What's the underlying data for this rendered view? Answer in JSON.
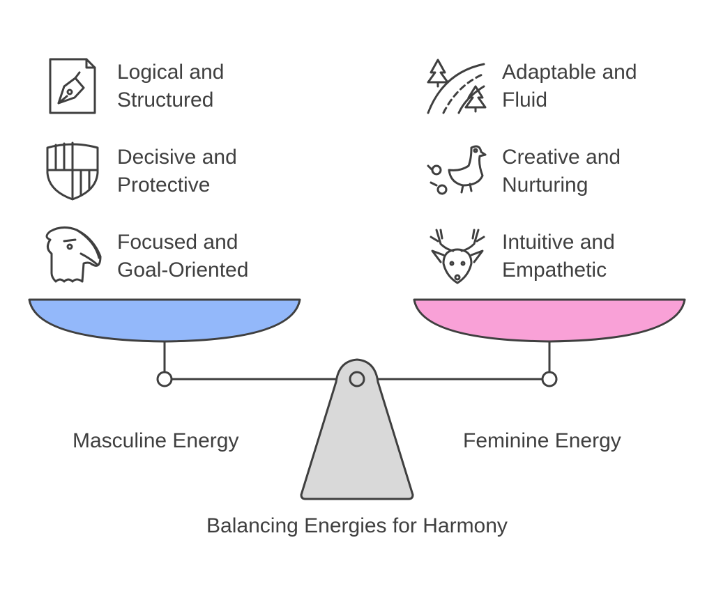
{
  "diagram": {
    "title": "Balancing Energies for Harmony",
    "left": {
      "label": "Masculine Energy",
      "pan_color": "#93b8fa",
      "traits": [
        {
          "line1": "Logical and",
          "line2": "Structured",
          "icon": "pen-document-icon"
        },
        {
          "line1": "Decisive and",
          "line2": "Protective",
          "icon": "shield-icon"
        },
        {
          "line1": "Focused and",
          "line2": "Goal-Oriented",
          "icon": "eagle-icon"
        }
      ]
    },
    "right": {
      "label": "Feminine Energy",
      "pan_color": "#f9a1d7",
      "traits": [
        {
          "line1": "Adaptable and",
          "line2": "Fluid",
          "icon": "river-trees-icon"
        },
        {
          "line1": "Creative and",
          "line2": "Nurturing",
          "icon": "duck-with-ducklings-icon"
        },
        {
          "line1": "Intuitive and",
          "line2": "Empathetic",
          "icon": "deer-icon"
        }
      ]
    },
    "colors": {
      "stroke": "#3f3f3f",
      "fulcrum": "#d9d9d9"
    }
  }
}
